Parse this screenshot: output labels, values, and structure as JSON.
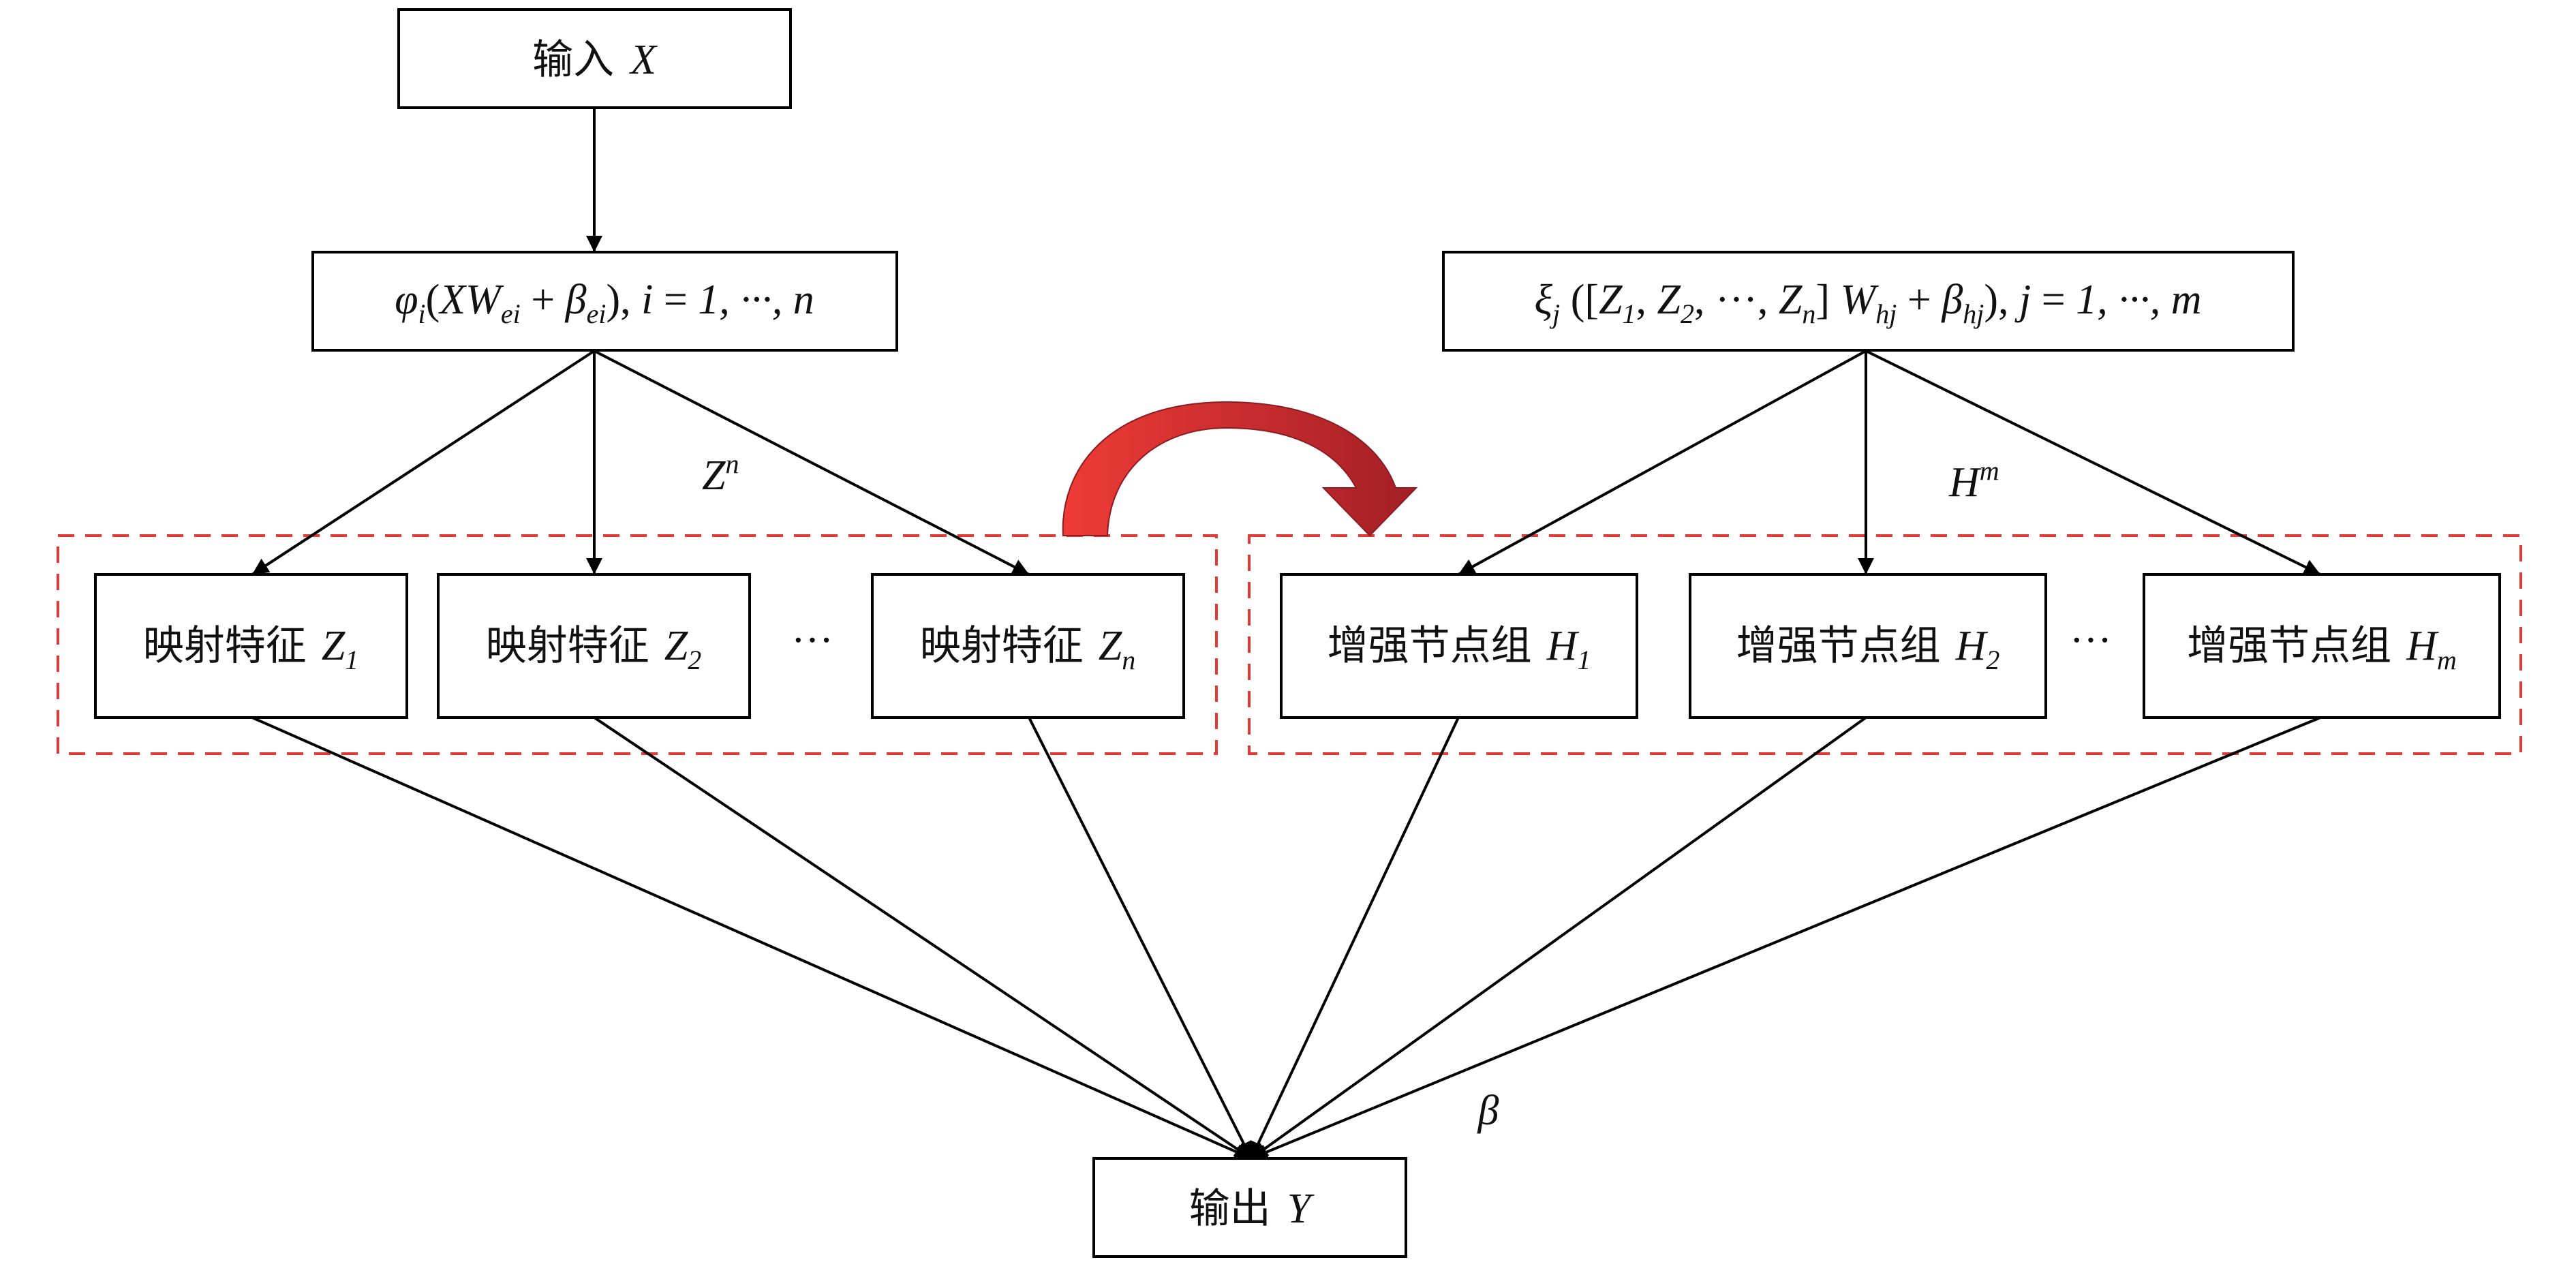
{
  "colors": {
    "line": "#000000",
    "dashed_group": "#e53935",
    "arrow_light": "#ef3b36",
    "arrow_dark": "#a31f26"
  },
  "input": {
    "label": "输入",
    "var": "X"
  },
  "mapping_function": {
    "phi": "φ",
    "phi_sub": "i",
    "open": "(",
    "xw": "XW",
    "w_sub": "ei",
    "plus": " + ",
    "beta": "β",
    "beta_sub": "ei",
    "close": "),",
    "i_eq": " i ",
    "eq": "=",
    "tail": " 1, ···, n"
  },
  "enhance_function": {
    "xi": "ξ",
    "xi_sub": "j",
    "lead": " ([",
    "z1": "Z",
    "z1_sub": "1",
    "c1": ", ",
    "z2": "Z",
    "z2_sub": "2",
    "c2": ", ···, ",
    "zn": "Z",
    "zn_sub": "n",
    "rb": "] ",
    "w": "W",
    "w_sub": "hj",
    "plus": " + ",
    "beta": "β",
    "beta_sub": "hj",
    "close": "), ",
    "j_eq": "j ",
    "eq": "=",
    "tail": " 1, ···, m"
  },
  "feature_group_label": {
    "var": "Z",
    "sup": "n"
  },
  "enhance_group_label": {
    "var": "H",
    "sup": "m"
  },
  "feature_nodes": [
    {
      "label": "映射特征",
      "var": "Z",
      "sub": "1"
    },
    {
      "label": "映射特征",
      "var": "Z",
      "sub": "2"
    },
    {
      "label": "映射特征",
      "var": "Z",
      "sub": "n"
    }
  ],
  "enhance_nodes": [
    {
      "label": "增强节点组",
      "var": "H",
      "sub": "1"
    },
    {
      "label": "增强节点组",
      "var": "H",
      "sub": "2"
    },
    {
      "label": "增强节点组",
      "var": "H",
      "sub": "m"
    }
  ],
  "ellipsis": "···",
  "beta_label": "β",
  "output": {
    "label": "输出",
    "var": "Y"
  }
}
